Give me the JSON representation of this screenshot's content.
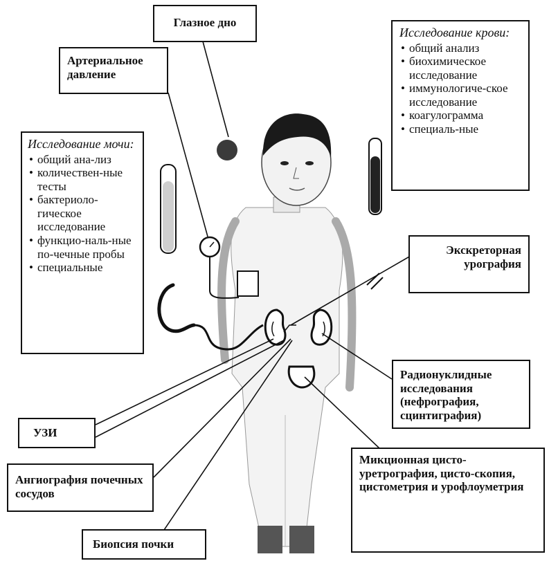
{
  "labels": {
    "fundus": "Глазное дно",
    "bp": "Артериальное давление",
    "urography": "Экскреторная урография",
    "radionuclide": "Радионуклидные исследования (нефрография, сцинтиграфия)",
    "uzi": "УЗИ",
    "angiography": "Ангиография почечных сосудов",
    "micturition": "Микционная цисто-уретрография, цисто-скопия, цистометрия и урофлоуметрия",
    "biopsy": "Биопсия почки"
  },
  "blood": {
    "title": "Исследование крови:",
    "items": [
      "общий анализ",
      "биохимическое исследование",
      "иммунологиче-ское исследование",
      "коагулограмма",
      "специаль-ные"
    ]
  },
  "urine": {
    "title": "Исследование мочи:",
    "items": [
      "общий ана-лиз",
      "количествен-ные тесты",
      "бактериоло-гическое исследование",
      "функцио-наль-ные по-чечные пробы",
      "специальные"
    ]
  }
}
